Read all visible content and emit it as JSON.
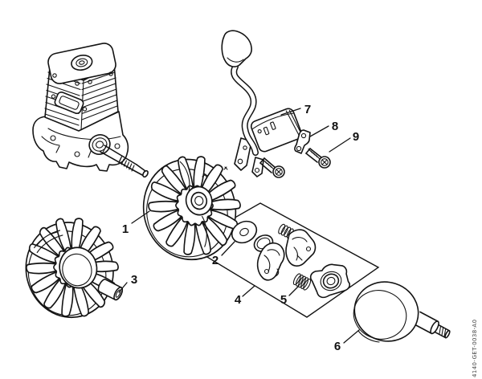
{
  "diagram": {
    "background_color": "#ffffff",
    "line_color": "#141414",
    "drawing_number": "4140-GET-0038-A0",
    "callouts": [
      {
        "label": "1"
      },
      {
        "label": "2"
      },
      {
        "label": "3"
      },
      {
        "label": "4"
      },
      {
        "label": "5"
      },
      {
        "label": "6"
      },
      {
        "label": "7"
      },
      {
        "label": "8"
      },
      {
        "label": "9"
      }
    ]
  }
}
